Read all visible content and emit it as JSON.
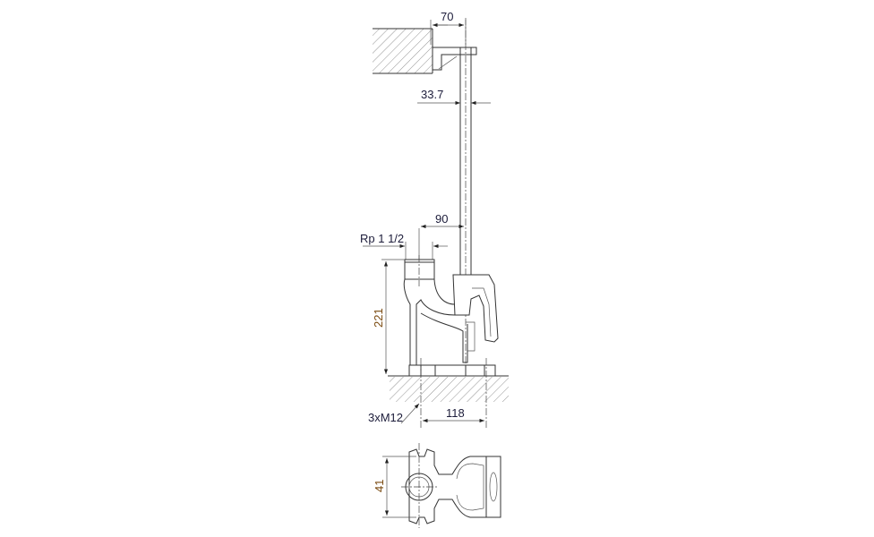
{
  "drawing": {
    "dimensions": {
      "bracket_offset": "70",
      "pipe_diameter": "33.7",
      "inlet_offset": "90",
      "inlet_thread": "Rp 1 1/2",
      "height": "221",
      "anchor_bolts": "3xM12",
      "base_spacing": "118",
      "base_width": "41"
    },
    "colors": {
      "line": "#333333",
      "dimension_text": "#1c1c3a",
      "vertical_dimension_text": "#7a4a10"
    }
  }
}
